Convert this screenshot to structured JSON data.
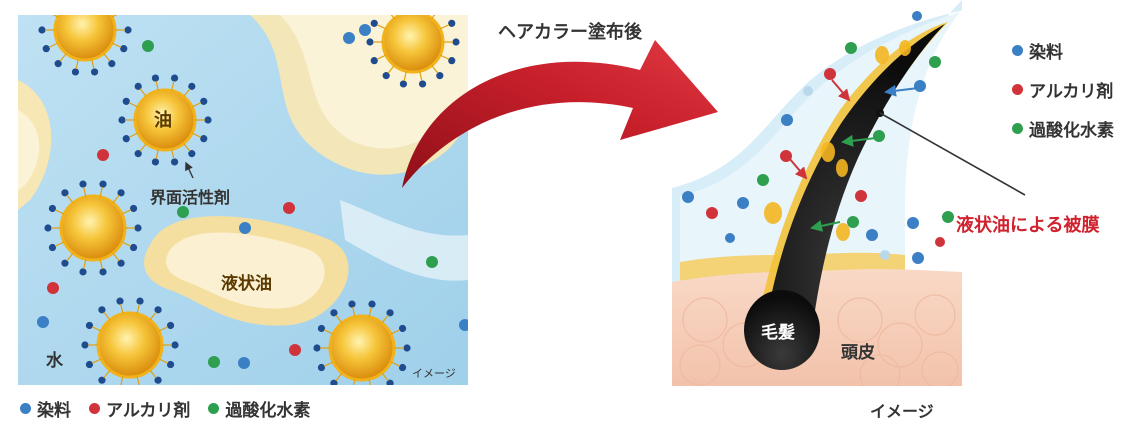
{
  "arrow_label": "ヘアカラー塗布後",
  "left_panel": {
    "oil_label": "油",
    "surfactant_label": "界面活性剤",
    "liquid_oil_label": "液状油",
    "water_label": "水",
    "image_note": "イメージ"
  },
  "bottom_legend": {
    "items": [
      {
        "label": "染料",
        "color": "#3b7fc4"
      },
      {
        "label": "アルカリ剤",
        "color": "#d0343a"
      },
      {
        "label": "過酸化水素",
        "color": "#2e9e4f"
      }
    ]
  },
  "right_panel": {
    "legend": [
      {
        "label": "染料",
        "color": "#3b7fc4"
      },
      {
        "label": "アルカリ剤",
        "color": "#d0343a"
      },
      {
        "label": "過酸化水素",
        "color": "#2e9e4f"
      }
    ],
    "film_label": "液状油による被膜",
    "film_color": "#d0222e",
    "hair_label": "毛髪",
    "scalp_label": "頭皮",
    "image_note": "イメージ"
  }
}
